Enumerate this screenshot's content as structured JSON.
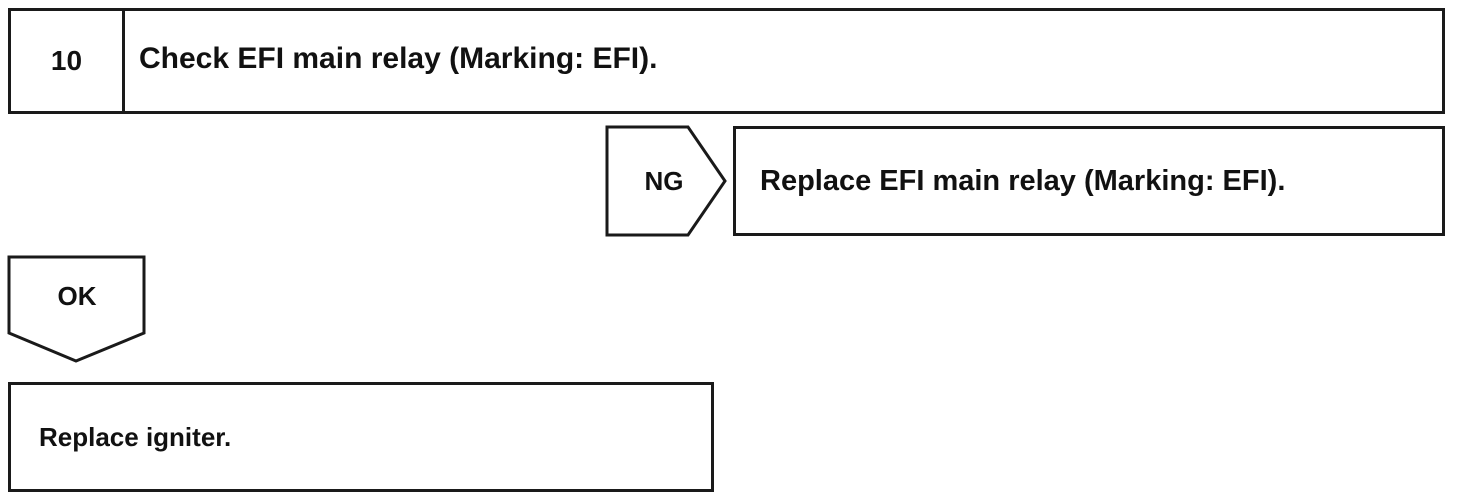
{
  "step": {
    "number": "10",
    "title": "Check EFI main relay (Marking: EFI)."
  },
  "ng_branch": {
    "label": "NG",
    "action": "Replace EFI main relay (Marking: EFI)."
  },
  "ok_branch": {
    "label": "OK",
    "action": "Replace igniter."
  },
  "colors": {
    "line": "#1a1a1a",
    "background": "#ffffff",
    "text": "#111111"
  }
}
